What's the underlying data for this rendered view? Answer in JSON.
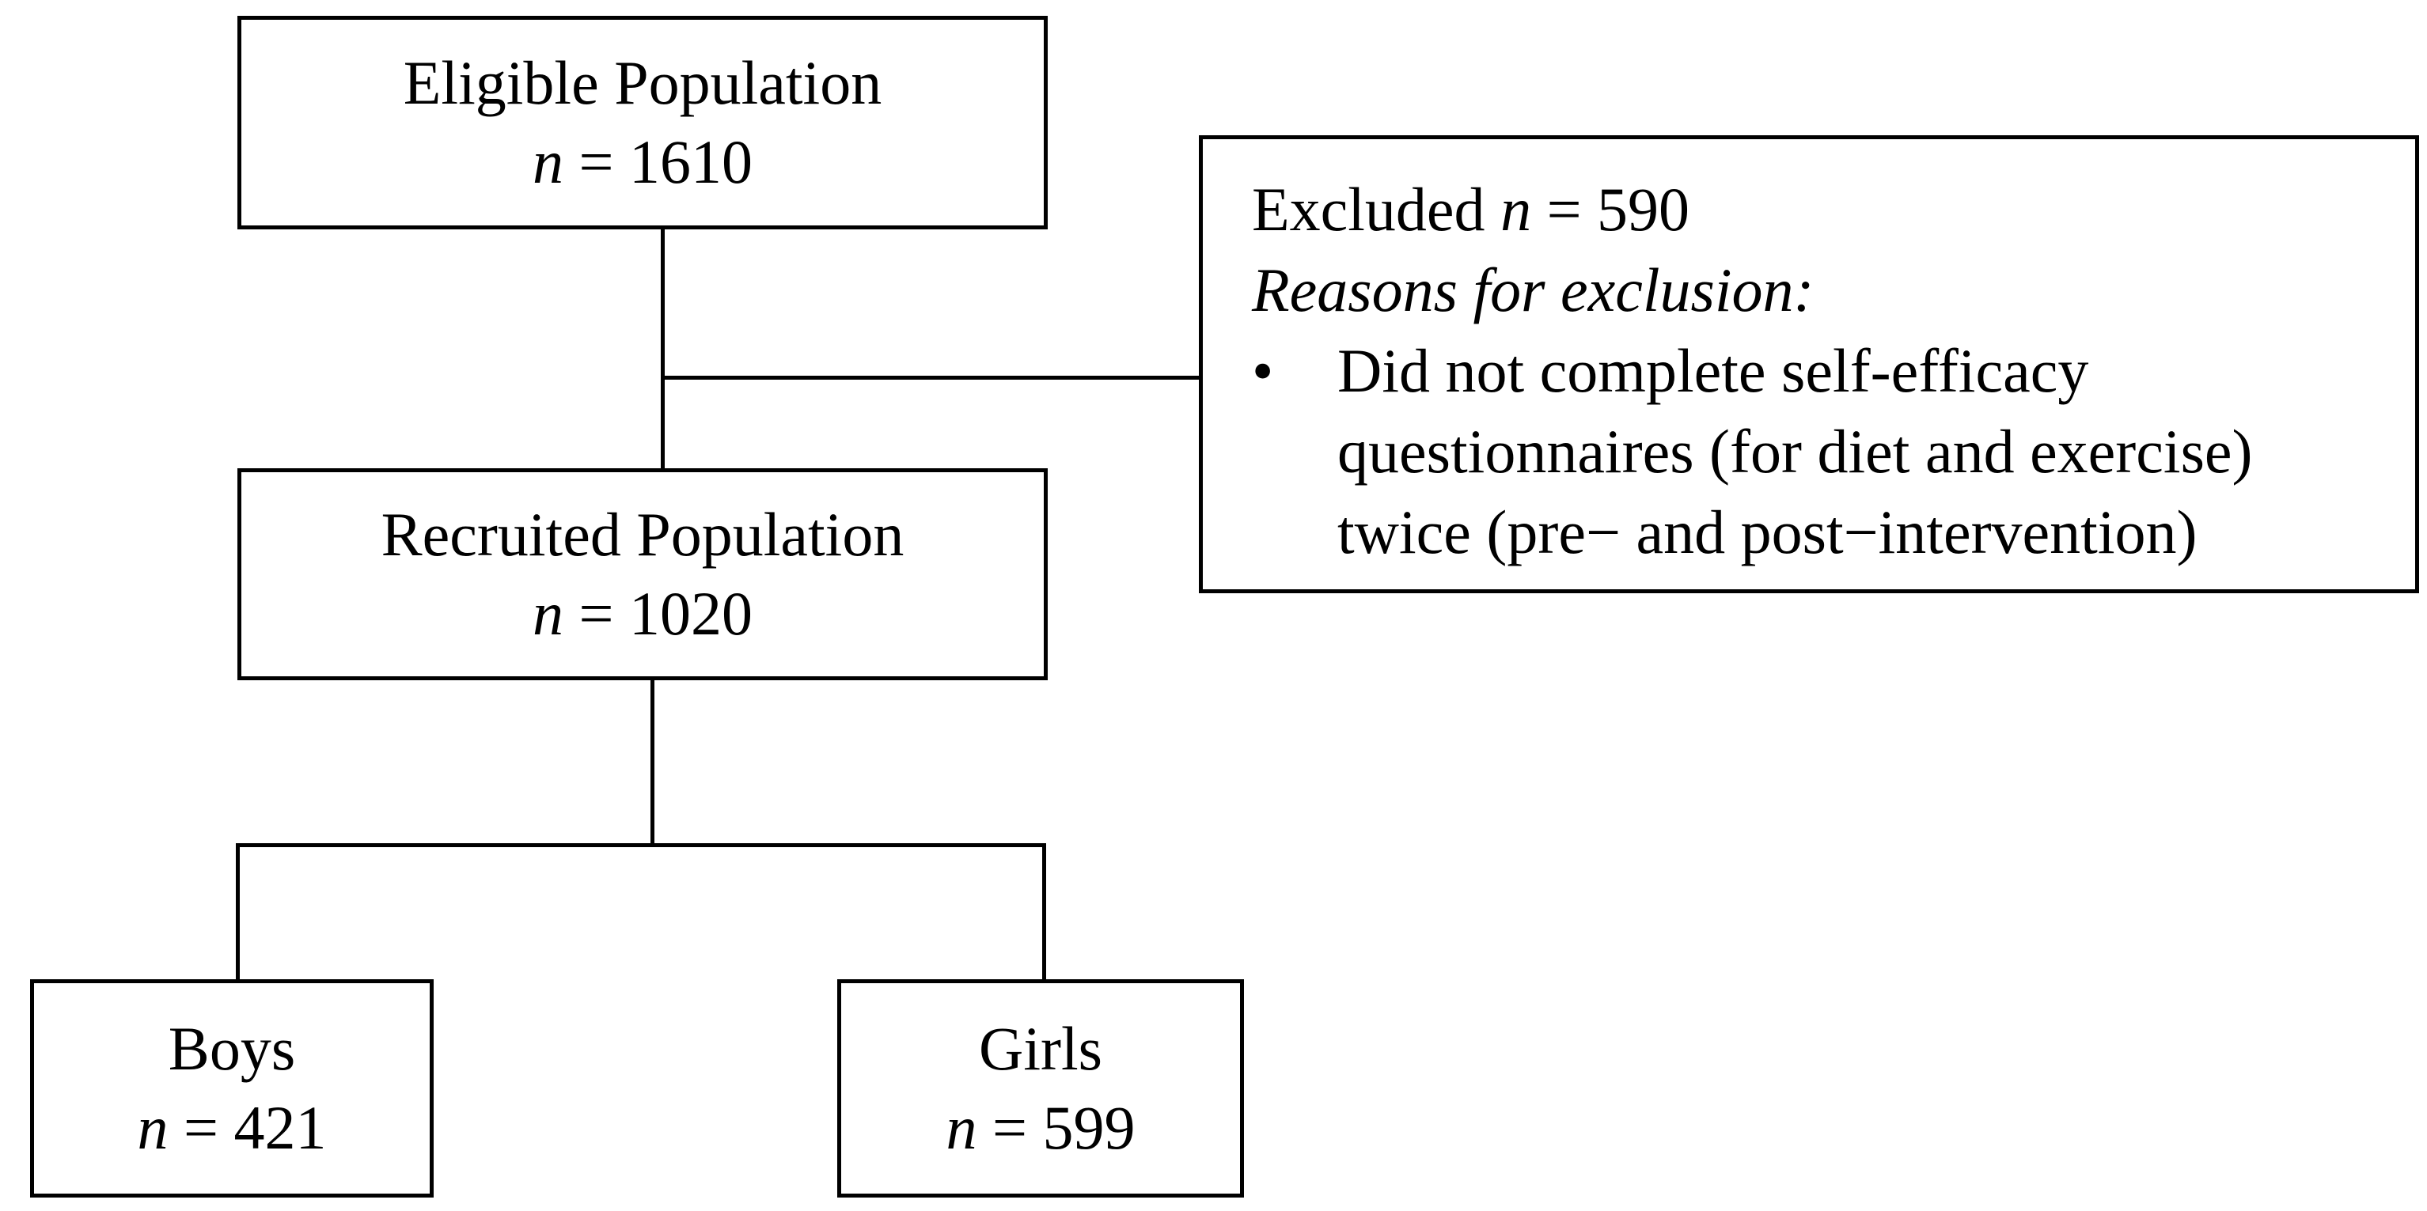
{
  "nodes": {
    "eligible": {
      "title": "Eligible Population",
      "n_symbol": "n",
      "n_value": "= 1610"
    },
    "recruited": {
      "title": "Recruited Population",
      "n_symbol": "n",
      "n_value": "= 1020"
    },
    "excluded": {
      "title": "Excluded",
      "n_symbol": "n",
      "n_value": "= 590",
      "reasons_heading": "Reasons for exclusion:",
      "bullet_symbol": "•",
      "reasons": [
        "Did not complete self-efficacy",
        "questionnaires (for diet and exercise)",
        "twice (pre− and post−intervention)"
      ]
    },
    "boys": {
      "title": "Boys",
      "n_symbol": "n",
      "n_value": "= 421"
    },
    "girls": {
      "title": "Girls",
      "n_symbol": "n",
      "n_value": "= 599"
    }
  },
  "colors": {
    "stroke": "#000000",
    "background": "#ffffff"
  }
}
